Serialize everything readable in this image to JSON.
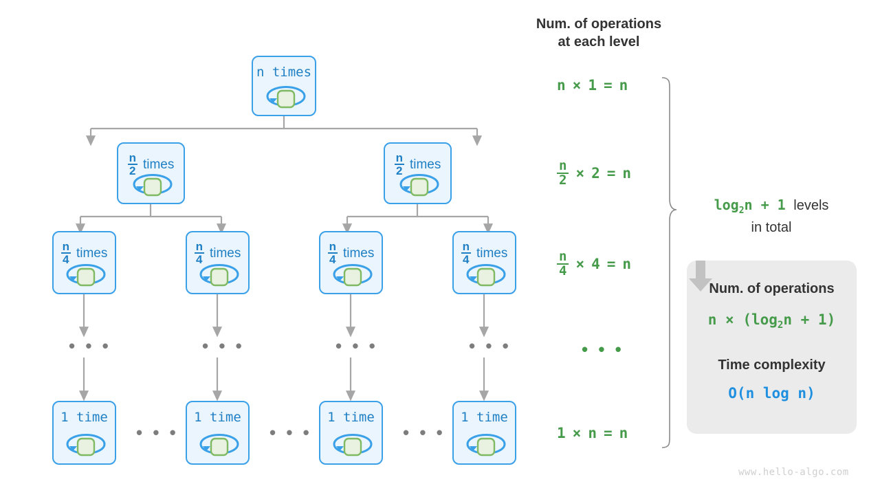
{
  "colors": {
    "node_fill": "#eaf5fd",
    "node_border": "#3aa0e8",
    "inner_fill": "#e9f1e0",
    "inner_border": "#7fba63",
    "connector": "#a6a6a6",
    "green_text": "#469b4b",
    "blue_text": "#1f8fe0",
    "dark_text": "#333333",
    "panel_bg": "#ebebeb",
    "watermark": "#cfcfcf"
  },
  "tree": {
    "levels": [
      {
        "level": 1,
        "nodes": [
          {
            "id": "root",
            "label_text": "n times",
            "style": "mono",
            "numerator": "",
            "denominator": "",
            "word": ""
          }
        ]
      },
      {
        "level": 2,
        "nodes": [
          {
            "id": "l2-a",
            "label_text": "n/2 times",
            "style": "fraction",
            "numerator": "n",
            "denominator": "2",
            "word": "times"
          },
          {
            "id": "l2-b",
            "label_text": "n/2 times",
            "style": "fraction",
            "numerator": "n",
            "denominator": "2",
            "word": "times"
          }
        ]
      },
      {
        "level": 3,
        "nodes": [
          {
            "id": "l3-a",
            "label_text": "n/4 times",
            "style": "fraction",
            "numerator": "n",
            "denominator": "4",
            "word": "times"
          },
          {
            "id": "l3-b",
            "label_text": "n/4 times",
            "style": "fraction",
            "numerator": "n",
            "denominator": "4",
            "word": "times"
          },
          {
            "id": "l3-c",
            "label_text": "n/4 times",
            "style": "fraction",
            "numerator": "n",
            "denominator": "4",
            "word": "times"
          },
          {
            "id": "l3-d",
            "label_text": "n/4 times",
            "style": "fraction",
            "numerator": "n",
            "denominator": "4",
            "word": "times"
          }
        ]
      },
      {
        "level": 4,
        "ellipsis": "• • •",
        "count": 4
      },
      {
        "level": 5,
        "nodes": [
          {
            "id": "leaf-a",
            "label_text": "1 time",
            "style": "mono",
            "numerator": "",
            "denominator": "",
            "word": ""
          },
          {
            "id": "leaf-b",
            "label_text": "1 time",
            "style": "mono",
            "numerator": "",
            "denominator": "",
            "word": ""
          },
          {
            "id": "leaf-c",
            "label_text": "1 time",
            "style": "mono",
            "numerator": "",
            "denominator": "",
            "word": ""
          },
          {
            "id": "leaf-d",
            "label_text": "1 time",
            "style": "mono",
            "numerator": "",
            "denominator": "",
            "word": ""
          }
        ],
        "between_ellipsis": "• • •"
      }
    ]
  },
  "ops_column": {
    "heading_line1": "Num. of operations",
    "heading_line2": "at each level",
    "rows": [
      {
        "id": "row-1",
        "text": "n × 1 = n",
        "kind": "plain",
        "left": "n",
        "op": "×",
        "mult": "1",
        "eq": "=",
        "result": "n"
      },
      {
        "id": "row-2",
        "text": "n/2 × 2 = n",
        "kind": "fraction",
        "numerator": "n",
        "denominator": "2",
        "op": "×",
        "mult": "2",
        "eq": "=",
        "result": "n"
      },
      {
        "id": "row-3",
        "text": "n/4 × 4 = n",
        "kind": "fraction",
        "numerator": "n",
        "denominator": "4",
        "op": "×",
        "mult": "4",
        "eq": "=",
        "result": "n"
      },
      {
        "id": "row-4",
        "text": "• • •",
        "kind": "ellipsis"
      },
      {
        "id": "row-5",
        "text": "1 × n = n",
        "kind": "plain",
        "left": "1",
        "op": "×",
        "mult": "n",
        "eq": "=",
        "result": "n"
      }
    ]
  },
  "levels_note": {
    "formula_prefix": "log",
    "formula_sub": "2",
    "formula_suffix": "n + 1",
    "text_after": "levels",
    "line2": "in total"
  },
  "summary_panel": {
    "title_operations": "Num. of operations",
    "formula_ops_prefix": "n × (log",
    "formula_ops_sub": "2",
    "formula_ops_suffix": "n + 1)",
    "arrow_icon": "down-arrow-icon",
    "title_complexity": "Time complexity",
    "complexity_value": "O(n log n)"
  },
  "watermark": "www.hello-algo.com"
}
